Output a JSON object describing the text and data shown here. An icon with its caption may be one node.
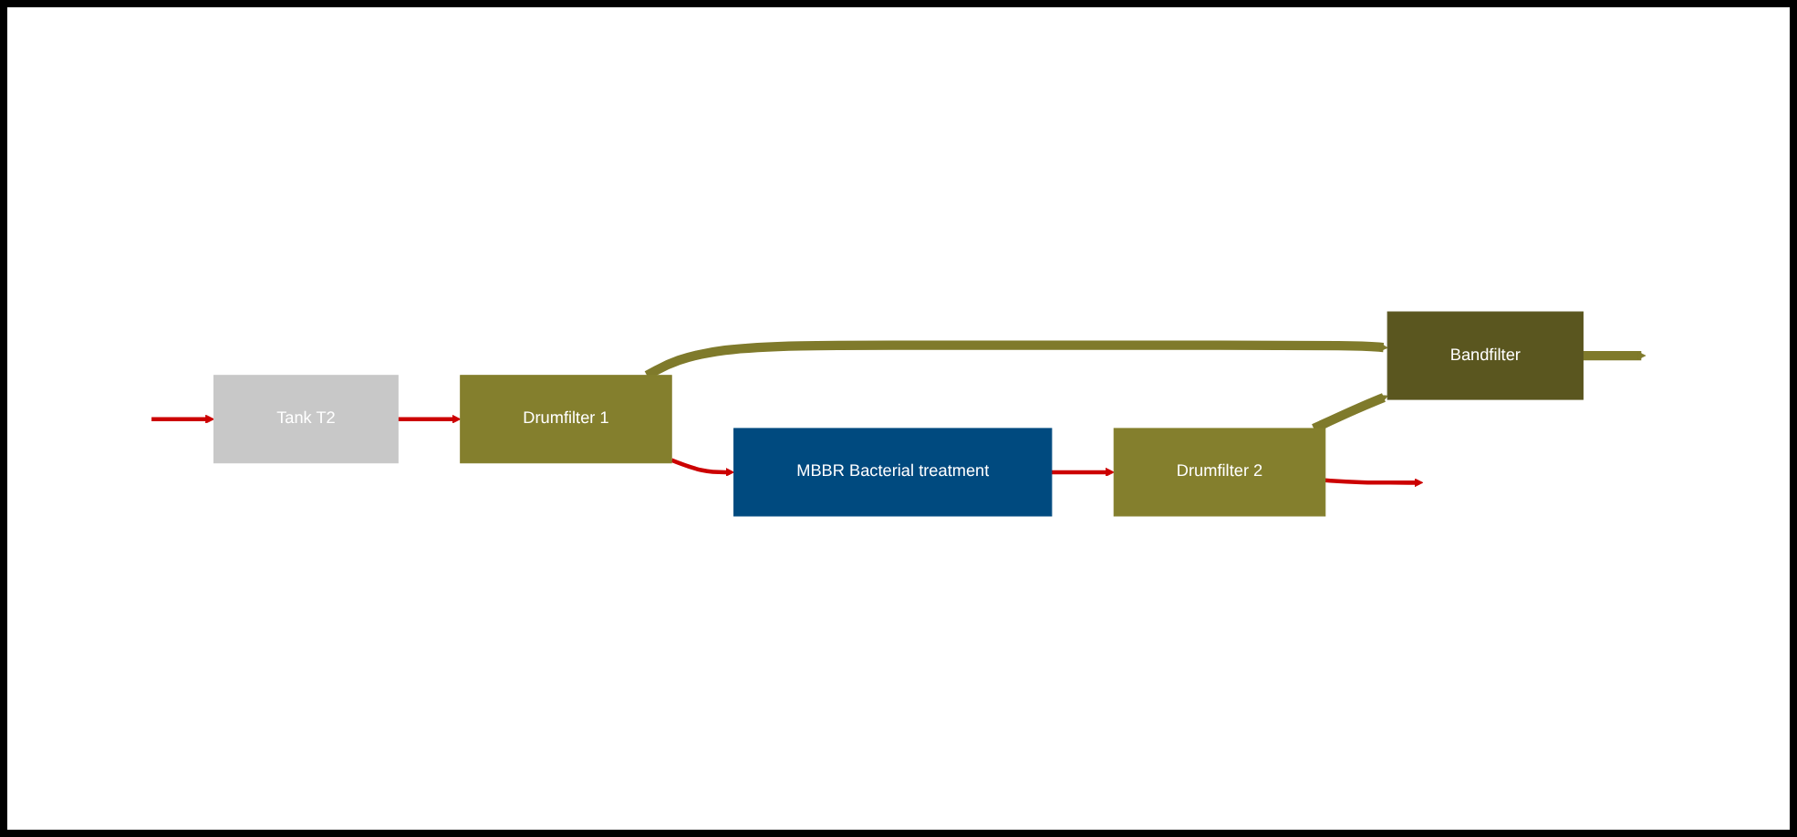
{
  "diagram": {
    "nodes": [
      {
        "text": [
          "Tank T2"
        ]
      },
      {
        "text": [
          "Drumfilter 1"
        ]
      },
      {
        "text": [
          "MBBR Bacterial treatment"
        ]
      },
      {
        "text": [
          "Drumfilter 2"
        ]
      },
      {
        "text": [
          "Bandfilter"
        ]
      }
    ],
    "edges": [
      {
        "from": null,
        "to": 0,
        "arrow": "to"
      },
      {
        "from": 0,
        "to": 1,
        "arrow": "to"
      },
      {
        "from": 1,
        "to": 2,
        "arrow": "to"
      },
      {
        "from": 2,
        "to": 3,
        "arrow": "to"
      },
      {
        "from": 3,
        "to": null,
        "arrow": "to"
      },
      {
        "from": 1,
        "to": 4,
        "arrow": "to",
        "style": "thick",
        "color": "#7f7a2b"
      },
      {
        "from": 3,
        "to": 4,
        "arrow": "to",
        "style": "thick",
        "color": "#7f7a2b"
      },
      {
        "from": 4,
        "to": null,
        "arrow": "to",
        "style": "thick",
        "color": "#7f7a2b"
      }
    ]
  }
}
